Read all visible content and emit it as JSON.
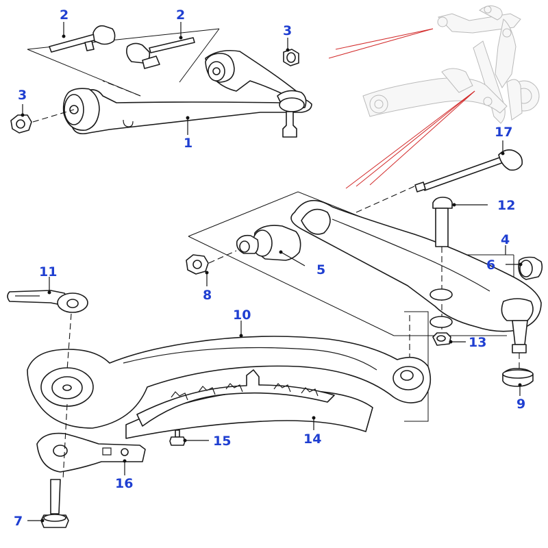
{
  "callouts": {
    "c1": "1",
    "c2a": "2",
    "c2b": "2",
    "c3a": "3",
    "c3b": "3",
    "c4": "4",
    "c5": "5",
    "c6": "6",
    "c7": "7",
    "c8": "8",
    "c9": "9",
    "c10": "10",
    "c11": "11",
    "c12": "12",
    "c13": "13",
    "c14": "14",
    "c15": "15",
    "c16": "16",
    "c17": "17"
  },
  "colors": {
    "callout_text": "#1f3fd1",
    "reference_lines": "#d22a2a",
    "linework": "#1a1a1a"
  }
}
